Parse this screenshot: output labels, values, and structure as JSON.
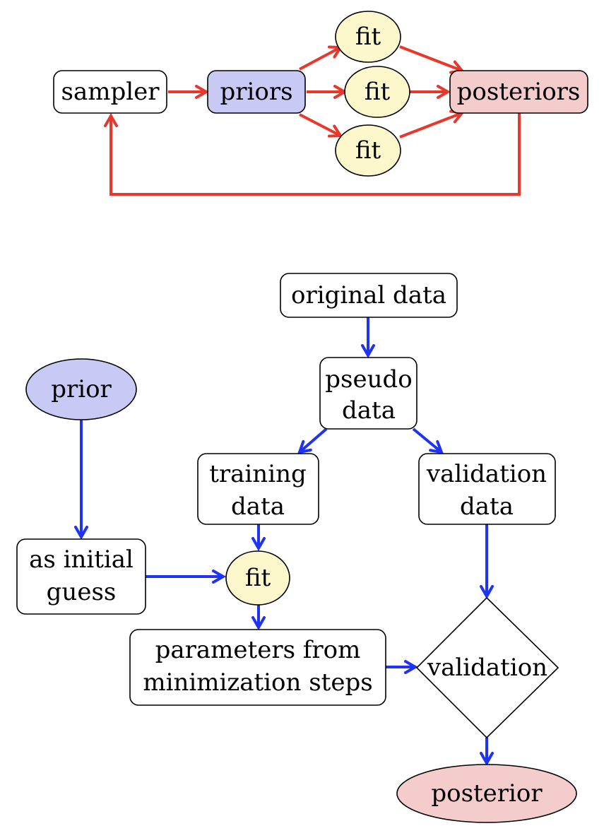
{
  "colors": {
    "red_arrow": "#e8372b",
    "blue_arrow": "#1f33f2",
    "blue_fill": "#c8c9f5",
    "yellow_fill": "#fdf7cc",
    "pink_fill": "#f4cccc",
    "white_fill": "#ffffff"
  },
  "diagram_top": {
    "sampler": "sampler",
    "priors": "priors",
    "fit_top": "fit",
    "fit_mid": "fit",
    "fit_bot": "fit",
    "posteriors": "posteriors"
  },
  "diagram_bottom": {
    "original_data": "original data",
    "pseudo_data": [
      "pseudo",
      "data"
    ],
    "prior": "prior",
    "training_data": [
      "training",
      "data"
    ],
    "validation_data": [
      "validation",
      "data"
    ],
    "initial_guess": [
      "as initial",
      "guess"
    ],
    "fit": "fit",
    "parameters": [
      "parameters from",
      "minimization steps"
    ],
    "validation": "validation",
    "posterior": "posterior"
  }
}
